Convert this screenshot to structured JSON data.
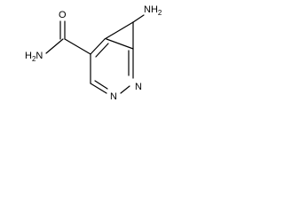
{
  "molecule": {
    "atoms": {
      "amine_N": "NH",
      "amine_H_count": "2",
      "carbonyl_O": "O",
      "amide_N": "H",
      "amide_H_count": "2",
      "amide_N_symbol": "N",
      "ring_N1": "N",
      "ring_N2": "N"
    }
  }
}
